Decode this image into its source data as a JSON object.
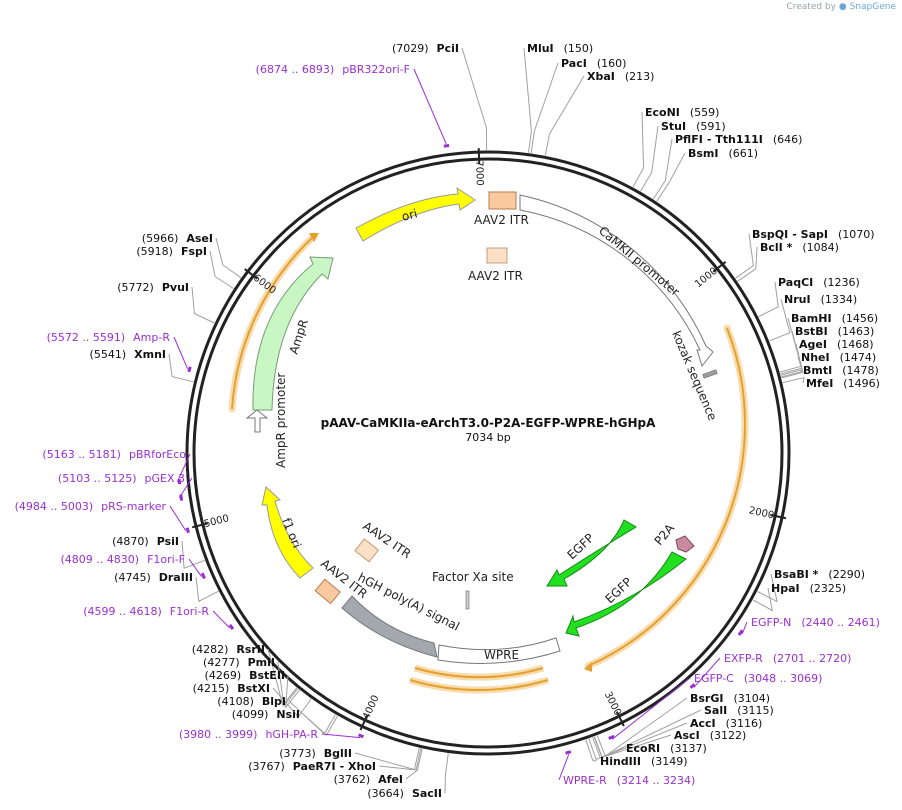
{
  "watermark": {
    "prefix": "Created by",
    "brand": "SnapGene"
  },
  "plasmid": {
    "name": "pAAV-CaMKIIa-eArchT3.0-P2A-EGFP-WPRE-hGHpA",
    "length_label": "7034 bp",
    "length": 7034
  },
  "ticks": [
    {
      "label": "1000",
      "pos": 1000
    },
    {
      "label": "2000",
      "pos": 2000
    },
    {
      "label": "3000",
      "pos": 3000
    },
    {
      "label": "4000",
      "pos": 4000
    },
    {
      "label": "5000",
      "pos": 5000
    },
    {
      "label": "6000",
      "pos": 6000
    },
    {
      "label": "7000",
      "pos": 7000
    }
  ],
  "enzymes": [
    {
      "name": "PciI",
      "num": "(7029)",
      "pos": 7029
    },
    {
      "name": "MluI",
      "num": "(150)",
      "pos": 150
    },
    {
      "name": "PacI",
      "num": "(160)",
      "pos": 160
    },
    {
      "name": "XbaI",
      "num": "(213)",
      "pos": 213
    },
    {
      "name": "EcoNI",
      "num": "(559)",
      "pos": 559
    },
    {
      "name": "StuI",
      "num": "(591)",
      "pos": 591
    },
    {
      "name": "PflFI",
      "name2": "- Tth111I",
      "num": "(646)",
      "pos": 646
    },
    {
      "name": "BsmI",
      "num": "(661)",
      "pos": 661
    },
    {
      "name": "BspQI",
      "name2": "- SapI",
      "num": "(1070)",
      "pos": 1070
    },
    {
      "name": "BclI *",
      "num": "(1084)",
      "pos": 1084
    },
    {
      "name": "PaqCI",
      "num": "(1236)",
      "pos": 1236
    },
    {
      "name": "NruI",
      "num": "(1334)",
      "pos": 1334
    },
    {
      "name": "BamHI",
      "num": "(1456)",
      "pos": 1456
    },
    {
      "name": "BstBI",
      "num": "(1463)",
      "pos": 1463
    },
    {
      "name": "AgeI",
      "num": "(1468)",
      "pos": 1468
    },
    {
      "name": "NheI",
      "num": "(1474)",
      "pos": 1474
    },
    {
      "name": "BmtI",
      "num": "(1478)",
      "pos": 1478
    },
    {
      "name": "MfeI",
      "num": "(1496)",
      "pos": 1496
    },
    {
      "name": "BsaBI *",
      "num": "(2290)",
      "pos": 2290
    },
    {
      "name": "HpaI",
      "num": "(2325)",
      "pos": 2325
    },
    {
      "name": "BsrGI",
      "num": "(3104)",
      "pos": 3104
    },
    {
      "name": "SalI",
      "num": "(3115)",
      "pos": 3115
    },
    {
      "name": "AccI",
      "num": "(3116)",
      "pos": 3116
    },
    {
      "name": "AscI",
      "num": "(3122)",
      "pos": 3122
    },
    {
      "name": "EcoRI",
      "num": "(3137)",
      "pos": 3137
    },
    {
      "name": "HindIII",
      "num": "(3149)",
      "pos": 3149
    },
    {
      "name": "SacII",
      "num": "(3664)",
      "pos": 3664
    },
    {
      "name": "AfeI",
      "num": "(3762)",
      "pos": 3762
    },
    {
      "name": "PaeR7I",
      "name2": "- XhoI",
      "num": "(3767)",
      "pos": 3767
    },
    {
      "name": "BglII",
      "num": "(3773)",
      "pos": 3773
    },
    {
      "name": "NsiI",
      "num": "(4099)",
      "pos": 4099
    },
    {
      "name": "BlpI",
      "num": "(4108)",
      "pos": 4108
    },
    {
      "name": "BstXI",
      "num": "(4215)",
      "pos": 4215
    },
    {
      "name": "BstEII",
      "num": "(4269)",
      "pos": 4269
    },
    {
      "name": "PmlI",
      "num": "(4277)",
      "pos": 4277
    },
    {
      "name": "RsrII",
      "num": "(4282)",
      "pos": 4282
    },
    {
      "name": "DraIII",
      "num": "(4745)",
      "pos": 4745
    },
    {
      "name": "PsiI",
      "num": "(4870)",
      "pos": 4870
    },
    {
      "name": "XmnI",
      "num": "(5541)",
      "pos": 5541
    },
    {
      "name": "PvuI",
      "num": "(5772)",
      "pos": 5772
    },
    {
      "name": "FspI",
      "num": "(5918)",
      "pos": 5918
    },
    {
      "name": "AseI",
      "num": "(5966)",
      "pos": 5966
    }
  ],
  "primers": [
    {
      "name": "pBR322ori-F",
      "range": "(6874 .. 6893)",
      "start": 6874,
      "end": 6893
    },
    {
      "name": "Amp-R",
      "range": "(5572 .. 5591)",
      "start": 5572,
      "end": 5591
    },
    {
      "name": "pBRforEco",
      "range": "(5163 .. 5181)",
      "start": 5163,
      "end": 5181
    },
    {
      "name": "pGEX 3'",
      "range": "(5103 .. 5125)",
      "start": 5103,
      "end": 5125
    },
    {
      "name": "pRS-marker",
      "range": "(4984 .. 5003)",
      "start": 4984,
      "end": 5003
    },
    {
      "name": "F1ori-F",
      "range": "(4809 .. 4830)",
      "start": 4809,
      "end": 4830
    },
    {
      "name": "F1ori-R",
      "range": "(4599 .. 4618)",
      "start": 4599,
      "end": 4618
    },
    {
      "name": "hGH-PA-R",
      "range": "(3980 .. 3999)",
      "start": 3980,
      "end": 3999
    },
    {
      "name": "WPRE-R",
      "range": "(3214 .. 3234)",
      "start": 3214,
      "end": 3234
    },
    {
      "name": "EGFP-C",
      "range": "(3048 .. 3069)",
      "start": 3048,
      "end": 3069
    },
    {
      "name": "EXFP-R",
      "range": "(2701 .. 2720)",
      "start": 2701,
      "end": 2720
    },
    {
      "name": "EGFP-N",
      "range": "(2440 .. 2461)",
      "start": 2440,
      "end": 2461
    }
  ],
  "features": [
    {
      "label": "AAV2 ITR"
    },
    {
      "label": "CaMKII promoter"
    },
    {
      "label": "kozak sequence"
    },
    {
      "label": "EGFP"
    },
    {
      "label": "P2A"
    },
    {
      "label": "EGFP"
    },
    {
      "label": "Factor Xa site"
    },
    {
      "label": "WPRE"
    },
    {
      "label": "hGH poly(A) signal"
    },
    {
      "label": "AAV2 ITR"
    },
    {
      "label": "AAV2 ITR"
    },
    {
      "label": "f1 ori"
    },
    {
      "label": "AmpR promoter"
    },
    {
      "label": "AmpR"
    },
    {
      "label": "ori"
    },
    {
      "label": "AAV2 ITR"
    }
  ],
  "colors": {
    "backbone": "#222222",
    "enzyme_line": "#9a9a9a",
    "primer": "#9a2fd0",
    "orf_arc": "#e6a030",
    "orf_glow": "#f7dcae",
    "itr": "#fbc9a0",
    "promoter": "#ffffff",
    "egfp": "#20e020",
    "p2a": "#c98aa0",
    "wpre": "#ffffff",
    "polya": "#a2a8ad",
    "ori": "#ffff00",
    "ampr": "#c8f7c4",
    "misc": "#9e9e9e"
  }
}
